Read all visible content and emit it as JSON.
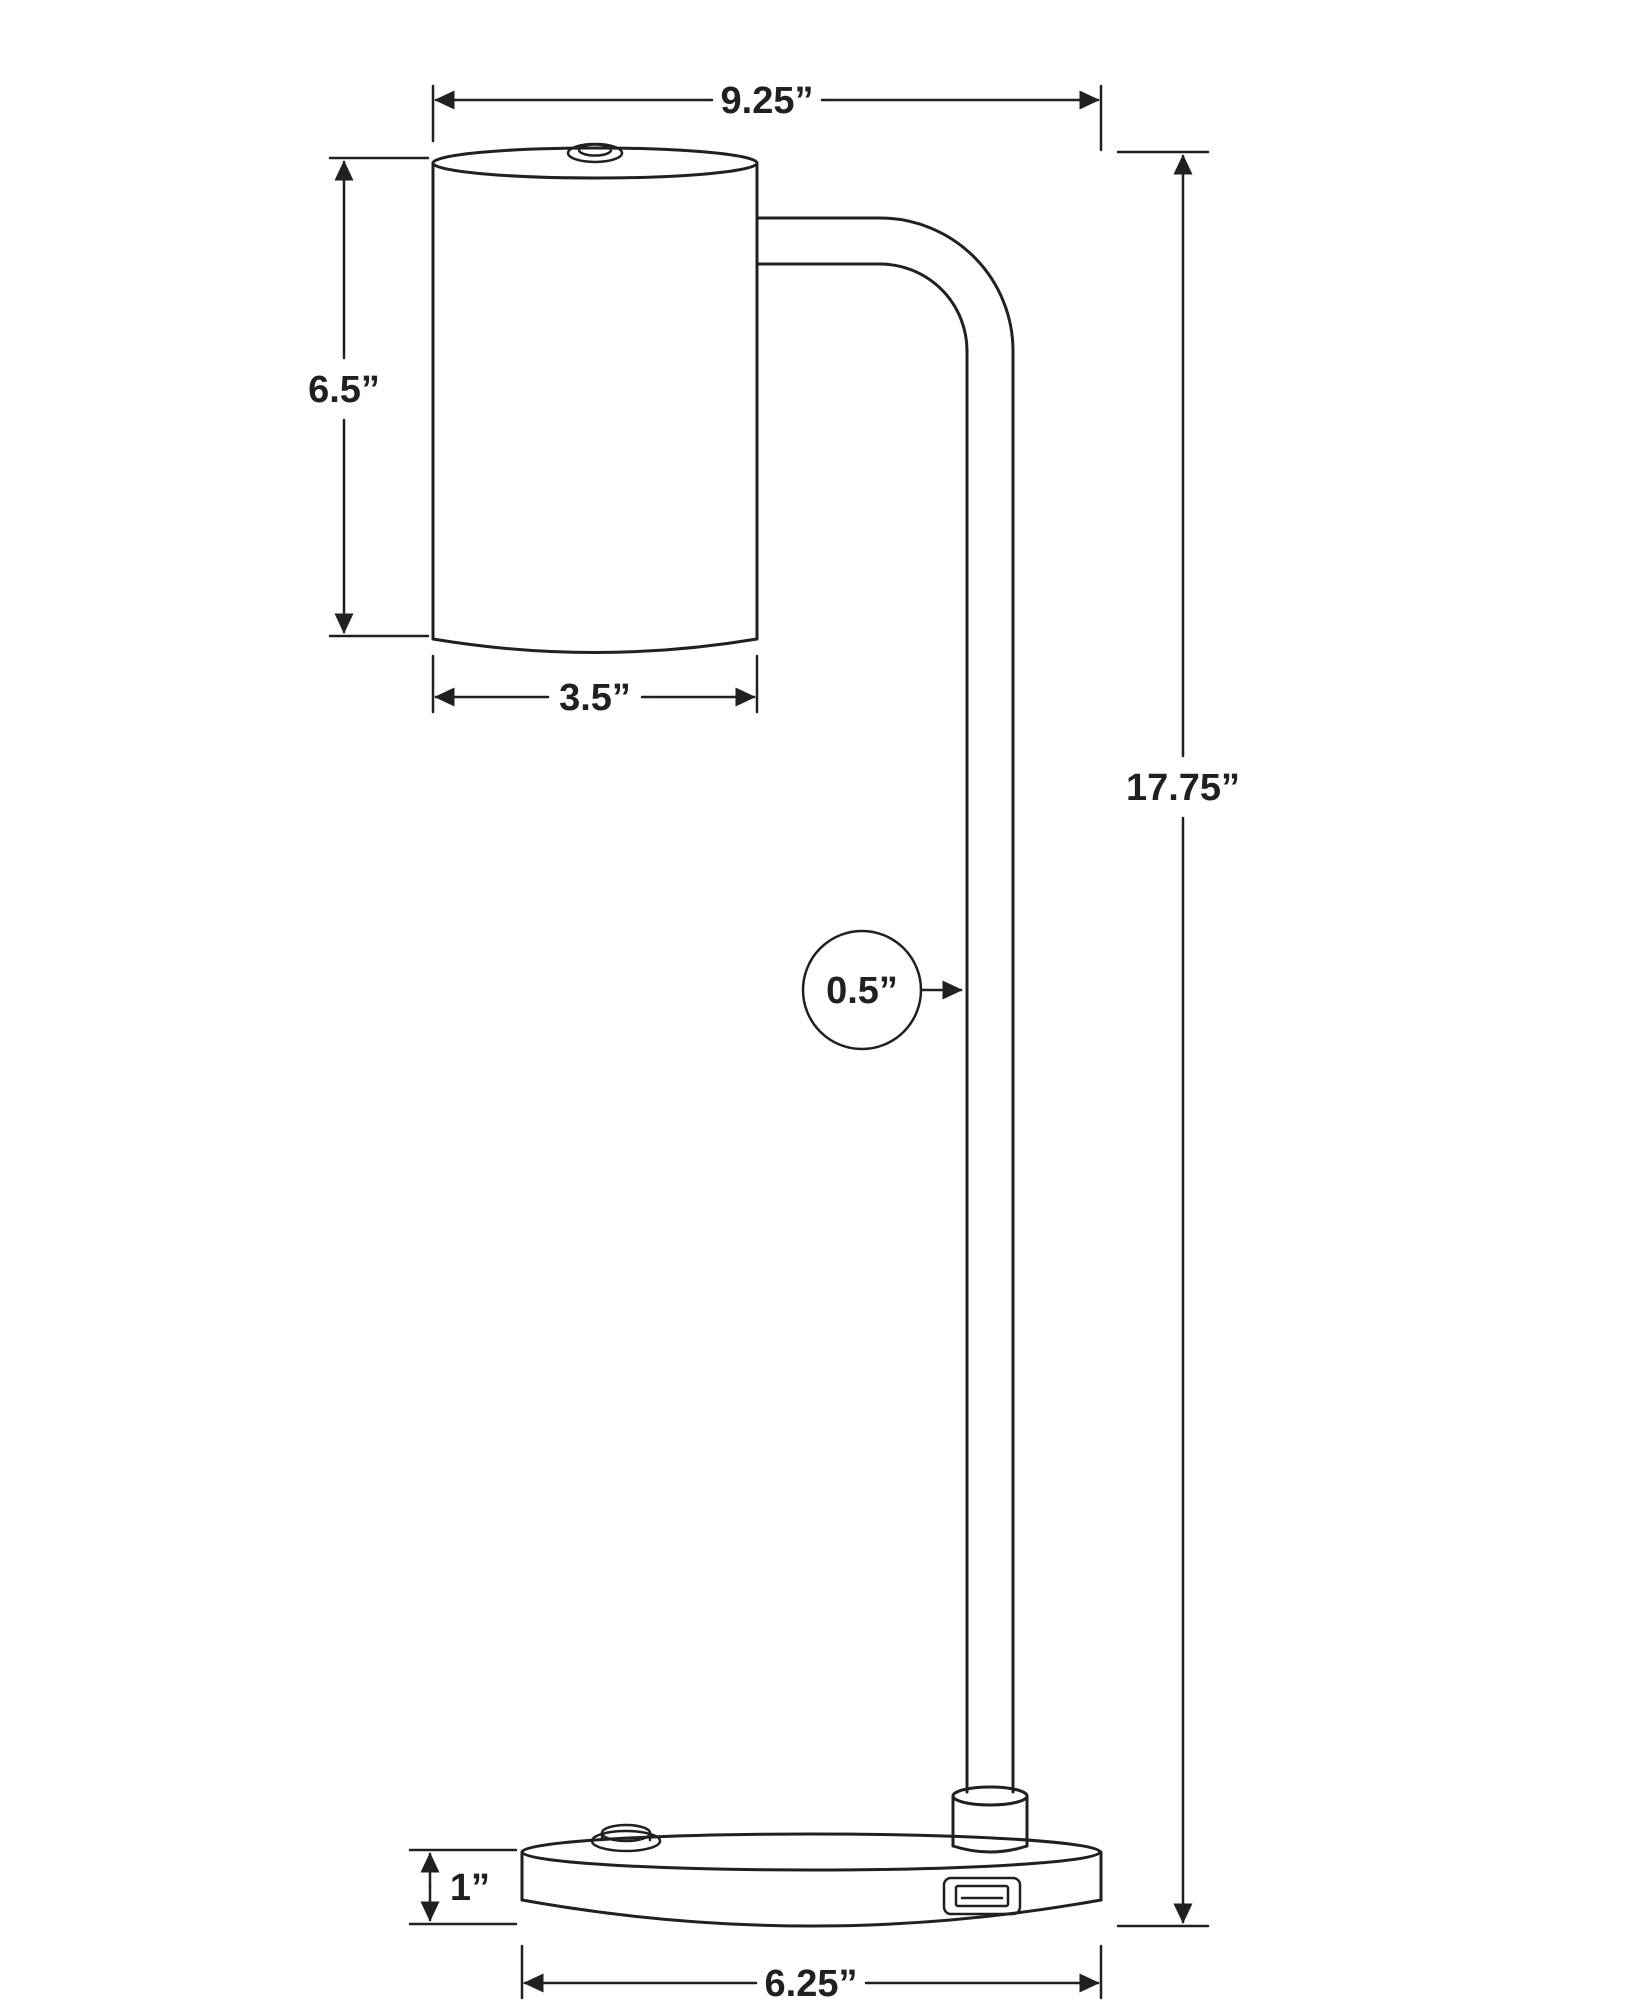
{
  "diagram": {
    "kind": "product-dimension-drawing",
    "subject": "desk lamp with cylindrical shade, curved arm pole, oval base with power switch and USB port",
    "colors": {
      "line": "#231f20",
      "background": "#ffffff"
    },
    "dimensions": {
      "total_width": "9.25”",
      "shade_height": "6.5”",
      "shade_width": "3.5”",
      "total_height": "17.75”",
      "pole_diameter": "0.5”",
      "base_height": "1”",
      "base_width": "6.25”"
    }
  }
}
